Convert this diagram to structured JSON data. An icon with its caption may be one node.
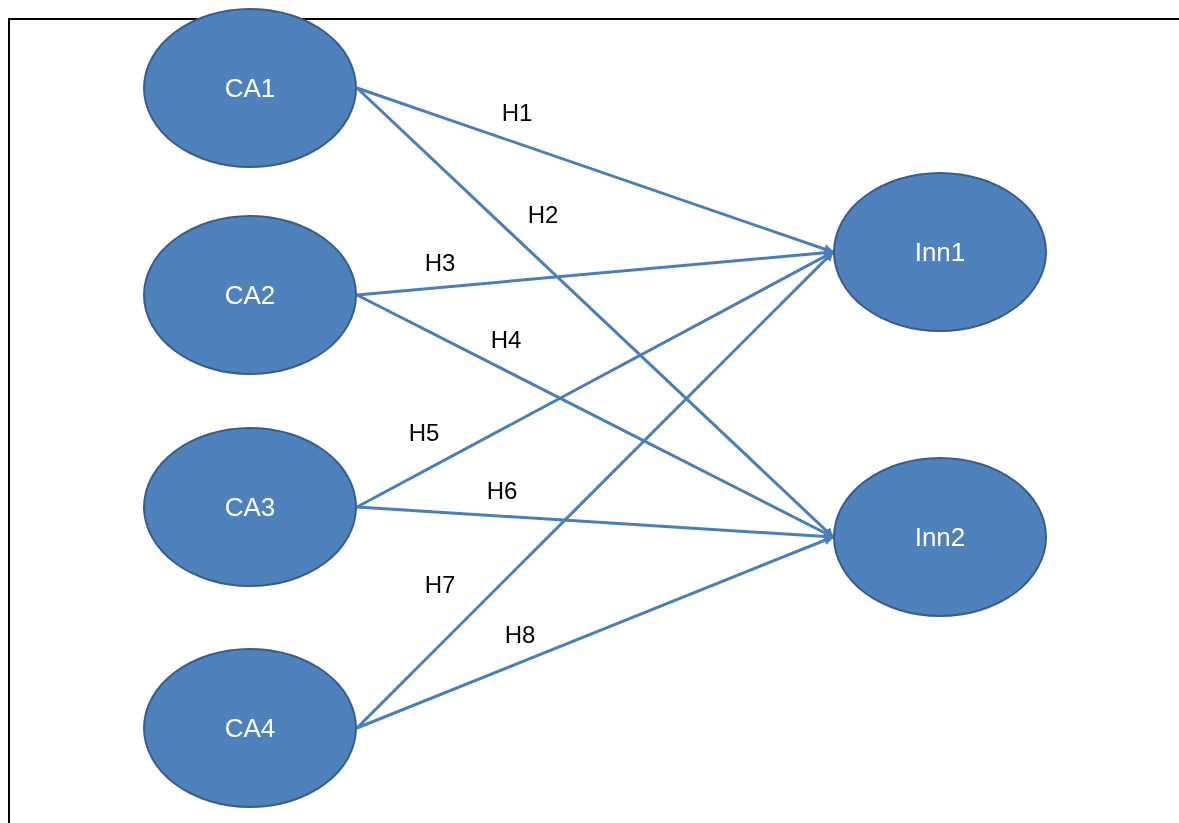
{
  "diagram": {
    "nodes": [
      {
        "text": [
          "CA1"
        ]
      },
      {
        "text": [
          "CA2"
        ]
      },
      {
        "text": [
          "CA3"
        ]
      },
      {
        "text": [
          "CA4"
        ]
      },
      {
        "text": [
          "Inn1"
        ]
      },
      {
        "text": [
          "Inn2"
        ]
      }
    ],
    "edges": [
      {
        "from": 0,
        "to": 4,
        "arrow": "to",
        "label": "H1"
      },
      {
        "from": 0,
        "to": 5,
        "arrow": "to",
        "label": "H2"
      },
      {
        "from": 1,
        "to": 4,
        "arrow": "to",
        "label": "H3"
      },
      {
        "from": 1,
        "to": 5,
        "arrow": "to",
        "label": "H4"
      },
      {
        "from": 2,
        "to": 4,
        "arrow": "to",
        "label": "H5"
      },
      {
        "from": 2,
        "to": 5,
        "arrow": "to",
        "label": "H6"
      },
      {
        "from": 3,
        "to": 4,
        "arrow": "to",
        "label": "H7"
      },
      {
        "from": 3,
        "to": 5,
        "arrow": "to",
        "label": "H8"
      }
    ]
  }
}
